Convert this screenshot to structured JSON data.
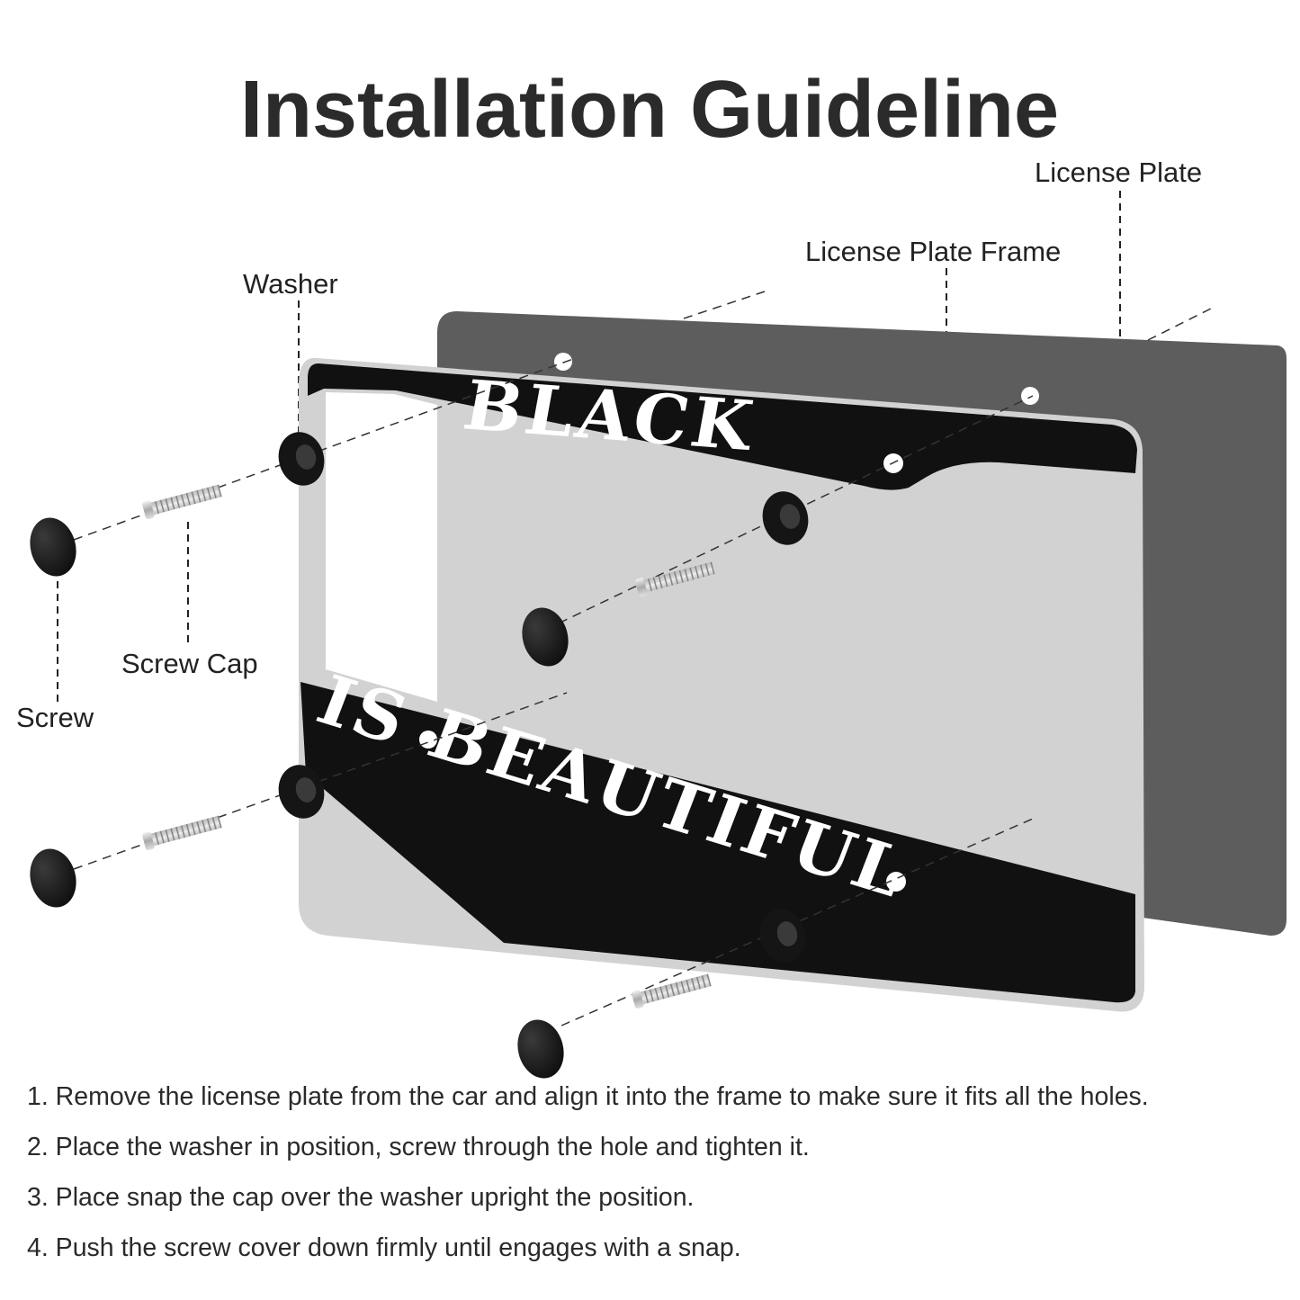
{
  "title": "Installation Guideline",
  "labels": {
    "license_plate": "License Plate",
    "license_plate_frame": "License Plate Frame",
    "washer": "Washer",
    "screw_cap": "Screw Cap",
    "screw": "Screw"
  },
  "frame_text": {
    "top": "BLACK",
    "bottom": "IS BEAUTIFUL"
  },
  "steps": [
    "1. Remove the license plate from the car and align it into the frame to make sure it fits all the holes.",
    "2. Place the washer in position, screw through the hole and tighten it.",
    "3. Place snap the cap over the washer upright the position.",
    "4. Push the screw cover down firmly until engages with a snap."
  ],
  "colors": {
    "plate": "#5d5d5d",
    "frame": "#111111",
    "frame_edge": "#c8c8c8",
    "hardware": "#151515"
  }
}
